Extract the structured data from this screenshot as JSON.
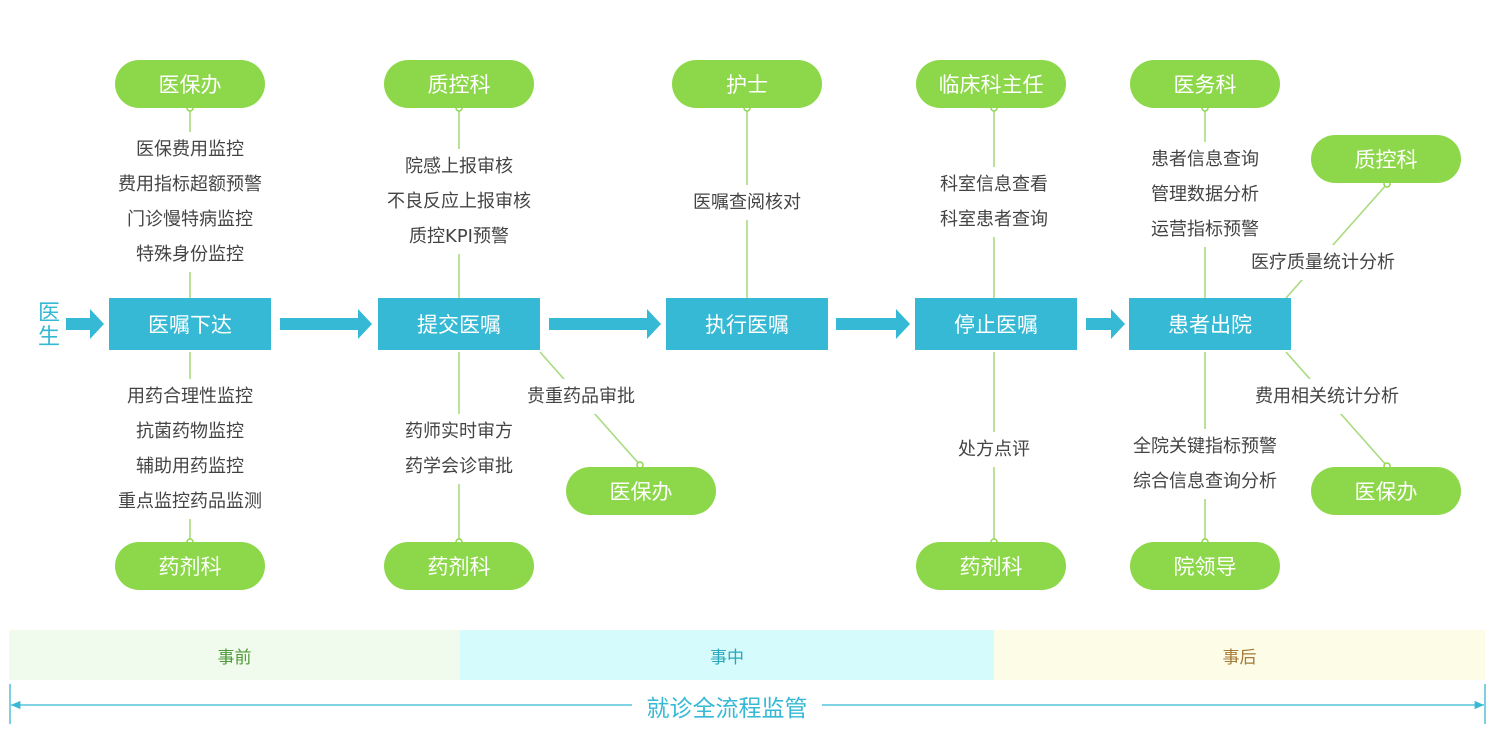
{
  "colors": {
    "accent": "#35b9d4",
    "pill_green": "#8dd84a",
    "connector_green": "#a9da80",
    "phase_before_bg": "#f0fbee",
    "phase_during_bg": "#d6fbfc",
    "phase_after_bg": "#fdfde7"
  },
  "doctor_label": "医生",
  "steps": [
    {
      "label": "医嘱下达"
    },
    {
      "label": "提交医嘱"
    },
    {
      "label": "执行医嘱"
    },
    {
      "label": "停止医嘱"
    },
    {
      "label": "患者出院"
    }
  ],
  "roles": {
    "s1_top": "医保办",
    "s1_bottom": "药剂科",
    "s2_top": "质控科",
    "s2_bottom": "药剂科",
    "s2_side": "医保办",
    "s3_top": "护士",
    "s4_top": "临床科主任",
    "s4_bottom": "药剂科",
    "s5_top": "医务科",
    "s5_bottom": "院领导",
    "s5_upper_right": "质控科",
    "s5_lower_right": "医保办"
  },
  "functions": {
    "s1_top": [
      "医保费用监控",
      "费用指标超额预警",
      "门诊慢特病监控",
      "特殊身份监控"
    ],
    "s1_bottom": [
      "用药合理性监控",
      "抗菌药物监控",
      "辅助用药监控",
      "重点监控药品监测"
    ],
    "s2_top": [
      "院感上报审核",
      "不良反应上报审核",
      "质控KPI预警"
    ],
    "s2_bottom": [
      "药师实时审方",
      "药学会诊审批"
    ],
    "s2_side": [
      "贵重药品审批"
    ],
    "s3_top": [
      "医嘱查阅核对"
    ],
    "s4_top": [
      "科室信息查看",
      "科室患者查询"
    ],
    "s4_bottom": [
      "处方点评"
    ],
    "s5_top": [
      "患者信息查询",
      "管理数据分析",
      "运营指标预警"
    ],
    "s5_bottom": [
      "全院关键指标预警",
      "综合信息查询分析"
    ],
    "s5_upper_right": [
      "医疗质量统计分析"
    ],
    "s5_lower_right": [
      "费用相关统计分析"
    ]
  },
  "phases": {
    "before": "事前",
    "during": "事中",
    "after": "事后"
  },
  "overall_label": "就诊全流程监管"
}
